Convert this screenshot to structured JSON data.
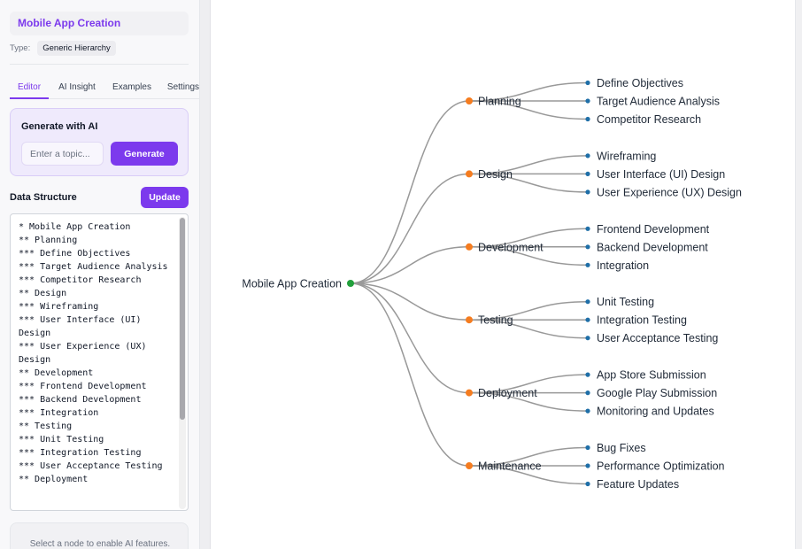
{
  "sidebar": {
    "title": "Mobile App Creation",
    "type_label": "Type:",
    "type_value": "Generic Hierarchy",
    "tabs": [
      {
        "label": "Editor",
        "active": true
      },
      {
        "label": "AI Insight",
        "active": false
      },
      {
        "label": "Examples",
        "active": false
      },
      {
        "label": "Settings",
        "active": false
      }
    ],
    "generate": {
      "title": "Generate with AI",
      "placeholder": "Enter a topic...",
      "button": "Generate"
    },
    "data_structure": {
      "label": "Data Structure",
      "update_button": "Update",
      "lines": [
        "* Mobile App Creation",
        "** Planning",
        "*** Define Objectives",
        "*** Target Audience Analysis",
        "*** Competitor Research",
        "** Design",
        "*** Wireframing",
        "*** User Interface (UI) Design",
        "*** User Experience (UX) Design",
        "** Development",
        "*** Frontend Development",
        "*** Backend Development",
        "*** Integration",
        "** Testing",
        "*** Unit Testing",
        "*** Integration Testing",
        "*** User Acceptance Testing",
        "** Deployment"
      ]
    },
    "hint": "Select a node to enable AI features."
  },
  "tree": {
    "root": "Mobile App Creation",
    "colors": {
      "root": "#22a03c",
      "branch": "#f57c1f",
      "leaf": "#1f6fa8",
      "link": "#999999"
    },
    "branches": [
      {
        "name": "Planning",
        "children": [
          "Define Objectives",
          "Target Audience Analysis",
          "Competitor Research"
        ]
      },
      {
        "name": "Design",
        "children": [
          "Wireframing",
          "User Interface (UI) Design",
          "User Experience (UX) Design"
        ]
      },
      {
        "name": "Development",
        "children": [
          "Frontend Development",
          "Backend Development",
          "Integration"
        ]
      },
      {
        "name": "Testing",
        "children": [
          "Unit Testing",
          "Integration Testing",
          "User Acceptance Testing"
        ]
      },
      {
        "name": "Deployment",
        "children": [
          "App Store Submission",
          "Google Play Submission",
          "Monitoring and Updates"
        ]
      },
      {
        "name": "Maintenance",
        "children": [
          "Bug Fixes",
          "Performance Optimization",
          "Feature Updates"
        ]
      }
    ]
  }
}
